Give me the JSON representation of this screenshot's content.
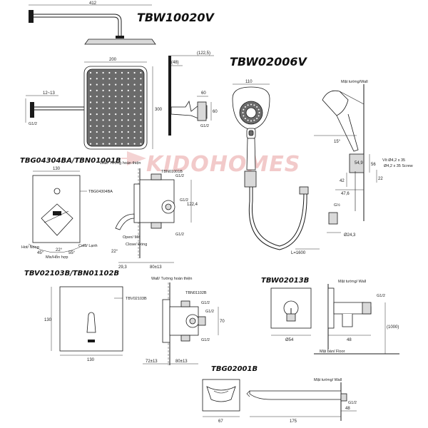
{
  "watermark": "KIDOHOMES",
  "titles": {
    "tbw10020v": "TBW10020V",
    "tbw02006v": "TBW02006V",
    "tbg04304ba": "TBG04304BA/TBN01001B",
    "tbv02103b": "TBV02103B/TBN01102B",
    "tbw02013b": "TBW02013B",
    "tbg02001b": "TBG02001B"
  },
  "head": {
    "dim_top": "412",
    "dim_width": "200",
    "dim_height": "300",
    "dim_arm": "12~13",
    "thread": "G1/2"
  },
  "elbow": {
    "dim_122": "(122,5)",
    "dim_48": "(48)",
    "dim_60a": "60",
    "dim_60b": "60",
    "thread": "G1/2"
  },
  "handshower": {
    "dim_110": "110",
    "wall": "Mặt tường/Wall",
    "angle": "15°",
    "dim_56": "56",
    "dim_549": "54,9",
    "screw_vn": "Vít Ø4,2 x 35",
    "screw_en": "Ø4,2 x 35 Screw",
    "dim_22": "22",
    "dim_42": "42",
    "dim_476": "47,6",
    "thread": "G½",
    "dim_243": "Ø24,3",
    "hose": "L=1600"
  },
  "mixer1": {
    "wall": "Wall/ Tường hoàn thiện",
    "valve_code": "TBN01001B",
    "trim_code": "TBG04304BA",
    "dim_130": "130",
    "hot": "Hot/ Nóng",
    "mix": "Mix/Hỗn hợp",
    "cold": "Cold/ Lạnh",
    "angle_a": "45°",
    "angle_b": "22°",
    "angle_c": "55°",
    "open": "Open/ Mở",
    "close": "Close/ Đóng",
    "angle_d": "22°",
    "dim_293": "29,3",
    "dim_80": "80±13",
    "dim_1224": "122,4",
    "thread_a": "G1/2",
    "thread_b": "G1/2",
    "thread_c": "G1/2"
  },
  "mixer2": {
    "wall": "Wall/ Tường hoàn thiện",
    "trim_code": "TBV02103B",
    "valve_code": "TBN01102B",
    "dim_130a": "130",
    "dim_130b": "130",
    "thread_a": "G1/2",
    "thread_b": "G1/2",
    "thread_c": "G1/2",
    "dim_70": "70",
    "dim_72": "72±13",
    "dim_80": "80±13"
  },
  "outlet": {
    "wall": "Mặt tường/ Wall",
    "thread": "G1/2",
    "dim_54": "Ø54",
    "dim_48": "48",
    "floor": "Mặt bàn/ Floor",
    "dim_1000": "(1000)"
  },
  "spout": {
    "wall": "Mặt tường/ Wall",
    "thread": "G1/2",
    "dim_67": "67",
    "dim_175": "175",
    "dim_48": "48"
  }
}
